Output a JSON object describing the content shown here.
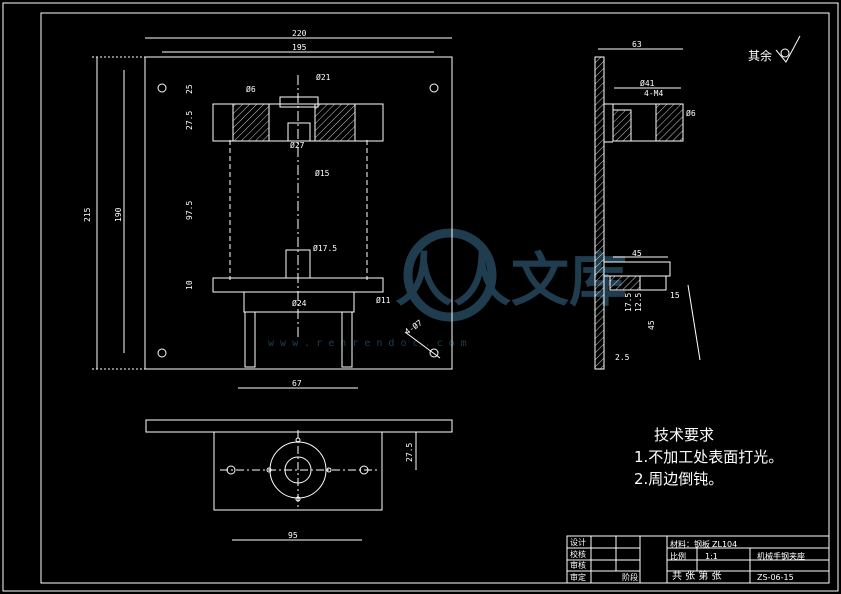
{
  "drawing_title": "机械手钢夹座",
  "roughness_note": "其余",
  "watermark": {
    "brand": "人人文库",
    "url": "w w w . r e n r e n d o c . c o m"
  },
  "tech_requirements": {
    "heading": "技术要求",
    "items": [
      "1.不加工处表面打光。",
      "2.周边倒钝。"
    ]
  },
  "title_block": {
    "material_label": "材料：钢板",
    "material_value": "ZL104",
    "scale_label": "比例",
    "scale_value": "1:1",
    "code": "ZS-06-15",
    "sheet_text": "共  张  第  张",
    "rows": [
      "设计",
      "校核",
      "审核",
      "审定"
    ],
    "stage_label": "阶段"
  },
  "dimensions": {
    "front": [
      "220",
      "195",
      "215",
      "190",
      "25",
      "27.5",
      "97.5",
      "10",
      "67",
      "Ø24",
      "Ø17.5",
      "Ø21",
      "Ø15",
      "Ø27",
      "Ø11",
      "Ø6",
      "4-Ø7"
    ],
    "side": [
      "63",
      "Ø41",
      "4-M4",
      "Ø6",
      "45",
      "45",
      "12.5",
      "17.5",
      "2.5",
      "15"
    ],
    "bottom": [
      "95",
      "27.5"
    ]
  }
}
